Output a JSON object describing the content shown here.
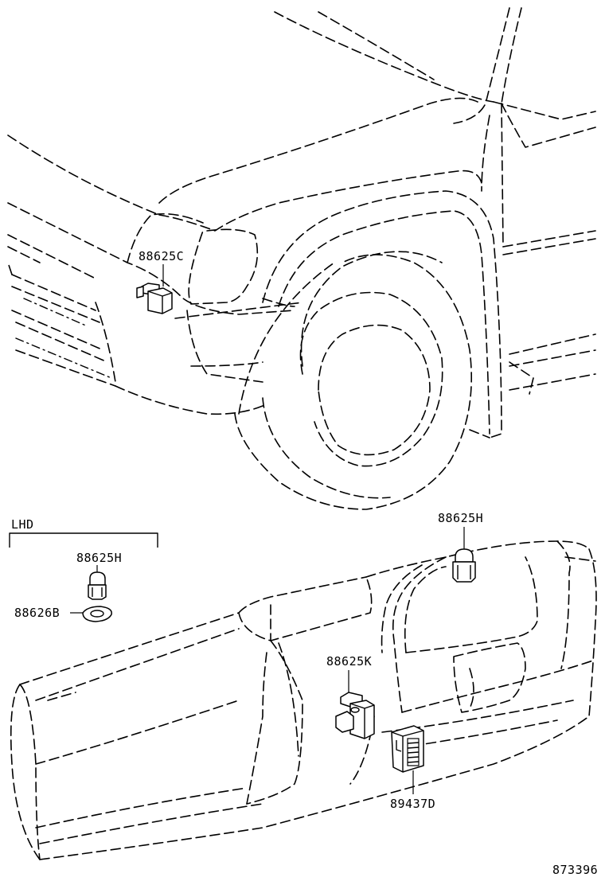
{
  "labels": {
    "part_88625C": "88625C",
    "part_88625H_lhd": "88625H",
    "part_88626B": "88626B",
    "part_88625H_bumper": "88625H",
    "part_88625K": "88625K",
    "part_89437D": "89437D",
    "lhd": "LHD",
    "diagram_number": "873396"
  }
}
